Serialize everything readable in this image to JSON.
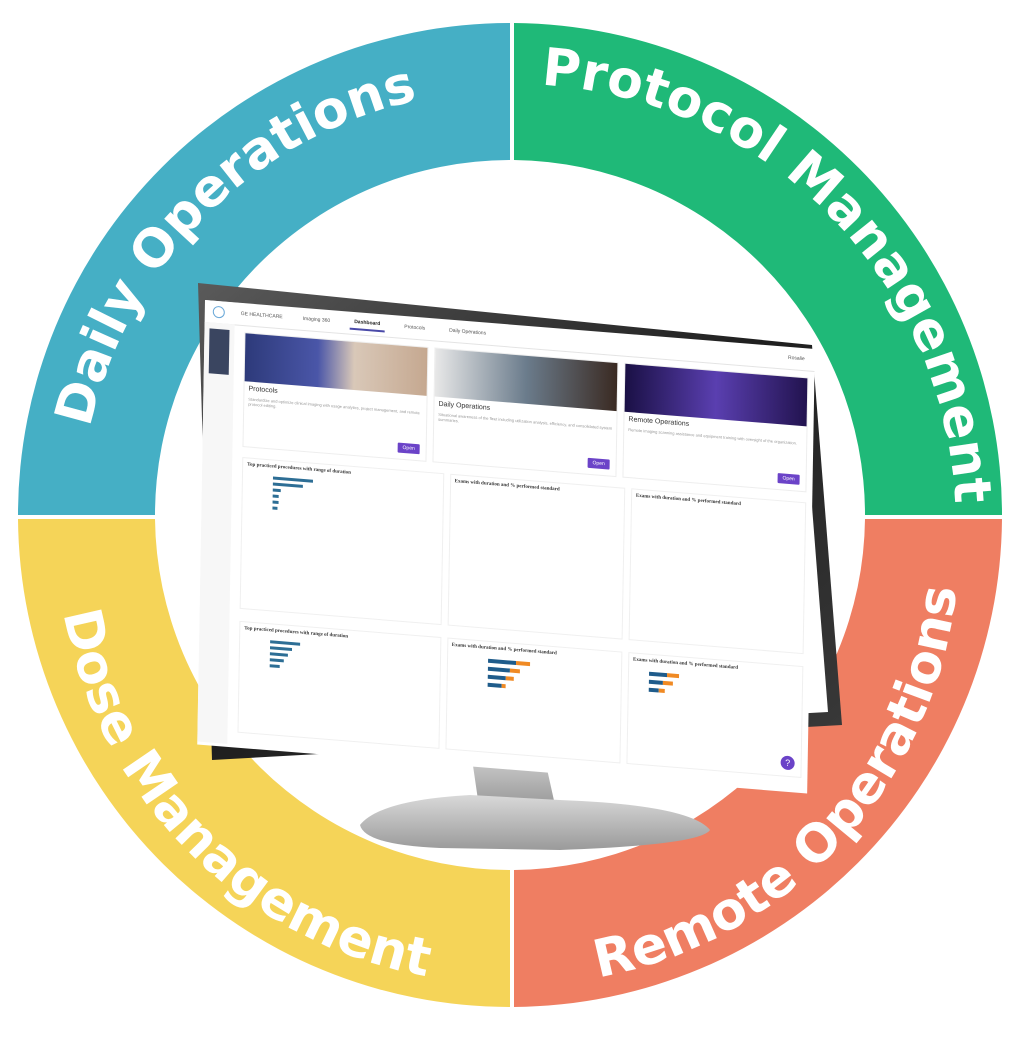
{
  "segments": [
    {
      "label": "Daily Operations",
      "color": "#45afc5"
    },
    {
      "label": "Protocol Management",
      "color": "#1fb978"
    },
    {
      "label": "Remote Operations",
      "color": "#ef7e62"
    },
    {
      "label": "Dose Management",
      "color": "#f5d458"
    }
  ],
  "screen": {
    "logo_text": "GE HEALTHCARE",
    "tabs": [
      "Imaging 360",
      "Dashboard",
      "Protocols",
      "Daily Operations"
    ],
    "user": "Rosalie",
    "cards": [
      {
        "title": "Protocols",
        "desc": "Standardize and optimize clinical imaging with usage analytics, project management, and remote protocol editing.",
        "button": "Open"
      },
      {
        "title": "Daily Operations",
        "desc": "Situational awareness of the fleet including utilization analysis, efficiency, and consolidated system summaries.",
        "button": "Open"
      },
      {
        "title": "Remote Operations",
        "desc": "Remote imaging scanning assistance and equipment training with oversight of the organization.",
        "button": "Open"
      }
    ],
    "panel_titles": [
      "Top practiced procedures with range of duration",
      "Exams with duration and % performed standard",
      "Exams with duration and % performed standard",
      "Top practiced procedures with range of duration",
      "Exams with duration and % performed standard",
      "Exams with duration and % performed standard"
    ],
    "help_label": "?"
  }
}
